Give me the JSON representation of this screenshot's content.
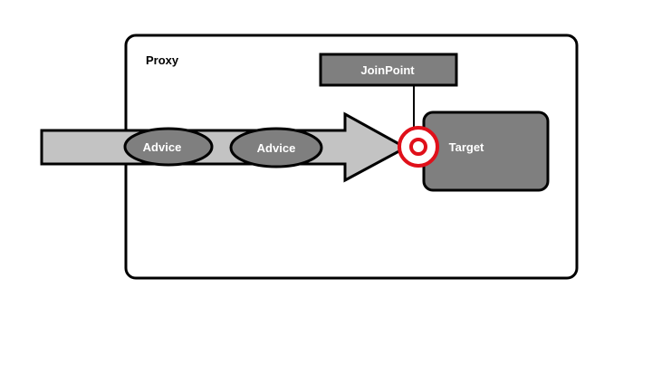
{
  "diagram": {
    "proxy": {
      "label": "Proxy"
    },
    "joinpoint": {
      "label": "JoinPoint"
    },
    "target": {
      "label": "Target"
    },
    "advices": [
      {
        "label": "Advice"
      },
      {
        "label": "Advice"
      }
    ]
  },
  "colors": {
    "background": "#ffffff",
    "outline": "#000000",
    "arrow_fill": "#c3c3c3",
    "node_fill": "#7f7f7f",
    "target_fill": "#7f7f7f",
    "marker_ring": "#e0101a",
    "label_dark": "#000000",
    "label_light": "#ffffff"
  }
}
